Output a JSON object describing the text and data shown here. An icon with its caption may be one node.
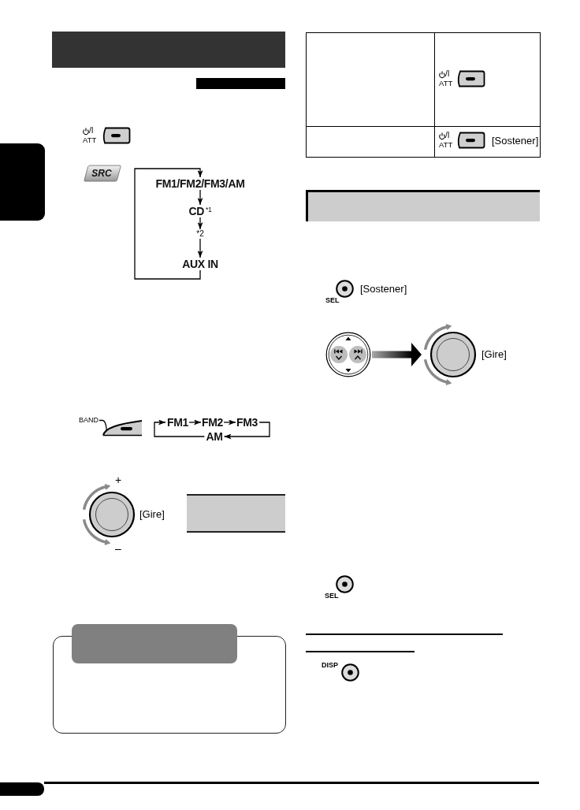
{
  "diagram": {
    "nodes": [
      {
        "text": [],
        "shape": "box"
      },
      {
        "text": [
          "FM1/FM2/FM3/AM"
        ]
      },
      {
        "text": [
          "CD$^{*1}$"
        ]
      },
      {
        "text": [
          "*2"
        ]
      },
      {
        "text": [
          "AUX IN"
        ]
      },
      {
        "text": [
          "BAND"
        ]
      },
      {
        "text": [],
        "shape": "picture"
      },
      {
        "text": [
          "FM1"
        ]
      },
      {
        "text": [
          "FM2"
        ]
      },
      {
        "text": [
          "FM3"
        ]
      },
      {
        "text": [
          "AM"
        ]
      },
      {
        "text": [],
        "shape": "box"
      },
      {
        "text": [],
        "shape": "box"
      },
      {
        "text": [],
        "shape": "picture"
      },
      {
        "text": [],
        "shape": "picture",
        "beside": [
          "[Gire]"
        ]
      }
    ],
    "edges": [
      {
        "from": 1,
        "to": 2,
        "arrow": "to"
      },
      {
        "from": 2,
        "to": 3,
        "arrow": "to"
      },
      {
        "from": 3,
        "to": 4,
        "arrow": "to"
      },
      {
        "from": 4,
        "to": 1,
        "arrow": "to"
      },
      {
        "from": 5,
        "to": 6,
        "arrow": "none"
      },
      {
        "from": 7,
        "to": 8,
        "arrow": "to"
      },
      {
        "from": 8,
        "to": 9,
        "arrow": "to"
      },
      {
        "from": 9,
        "to": 10,
        "arrow": "to"
      },
      {
        "from": 10,
        "to": 7,
        "arrow": "to"
      },
      {
        "from": 13,
        "to": 14,
        "arrow": "to",
        "style": "thick"
      }
    ],
    "labels": [
      "/I",
      "ATT",
      "SRC",
      "+",
      "[Gire]",
      "–",
      "/I",
      "ATT",
      "/I",
      "ATT",
      "[Sostener]",
      "[Sostener]",
      "SEL",
      "SEL",
      "DISP"
    ]
  }
}
